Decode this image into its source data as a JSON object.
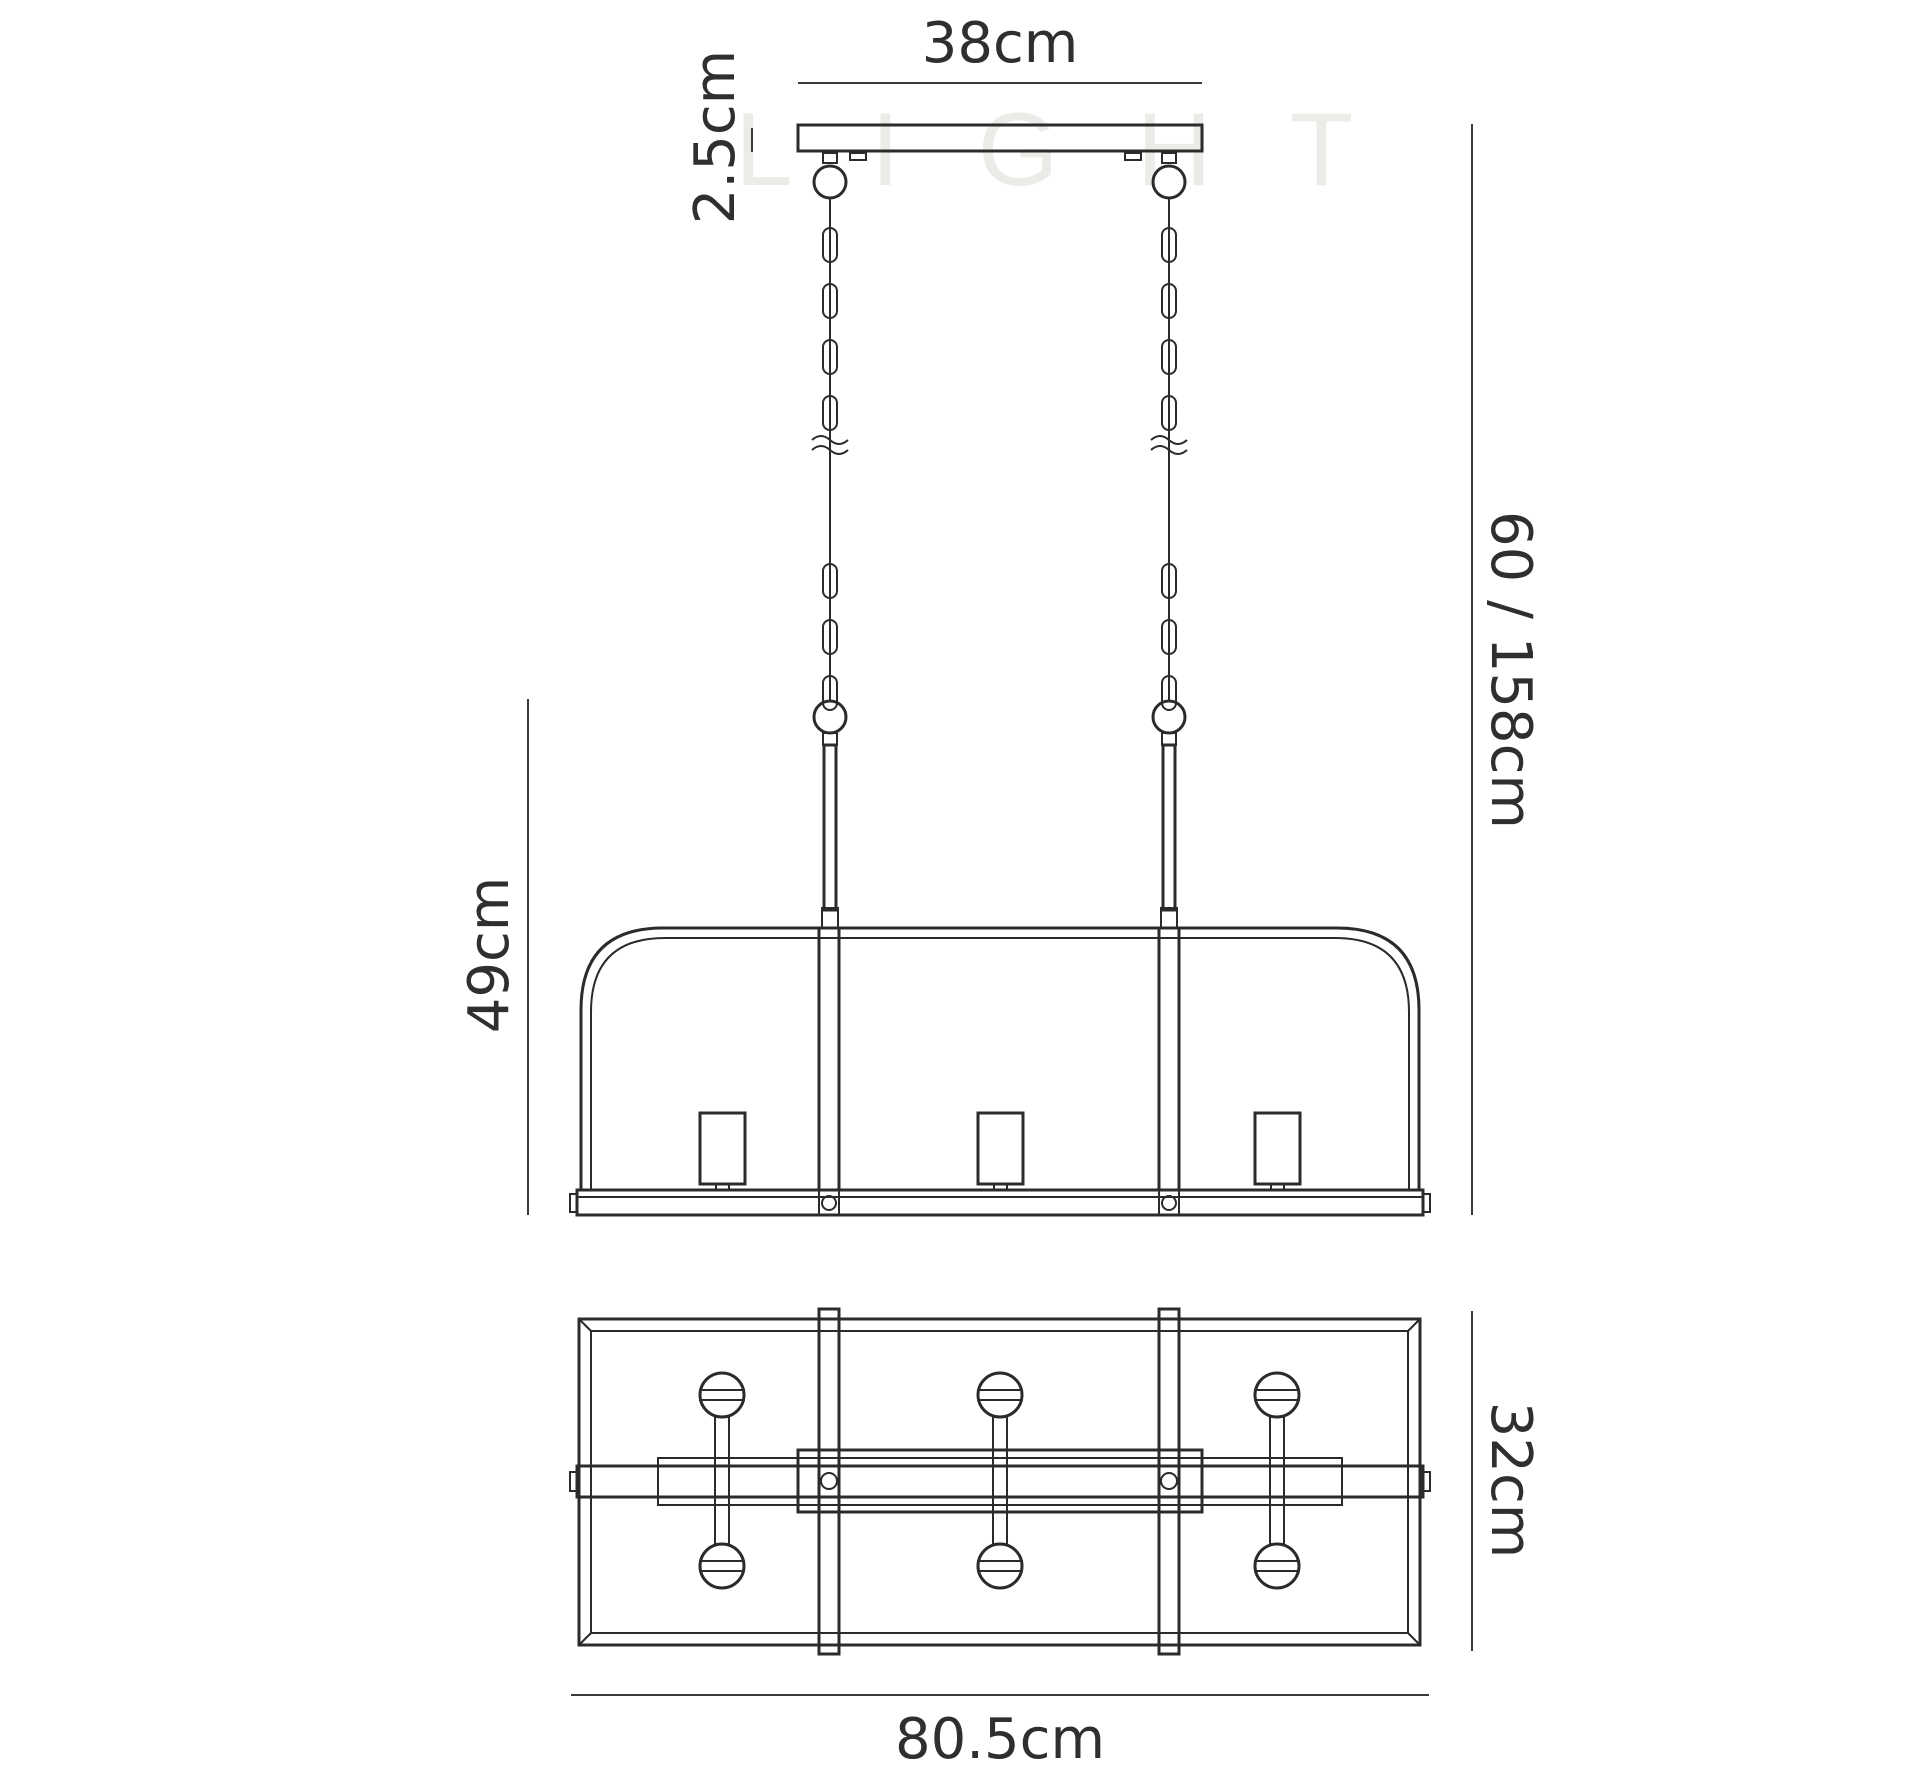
{
  "watermark": "LIGHT",
  "dimensions": {
    "canopy_width": "38cm",
    "canopy_height": "2.5cm",
    "body_height": "49cm",
    "overall_height": "60 / 158cm",
    "depth": "32cm",
    "length": "80.5cm"
  },
  "colors": {
    "line": "#2b2b2b",
    "watermark": "#ecebe8"
  }
}
